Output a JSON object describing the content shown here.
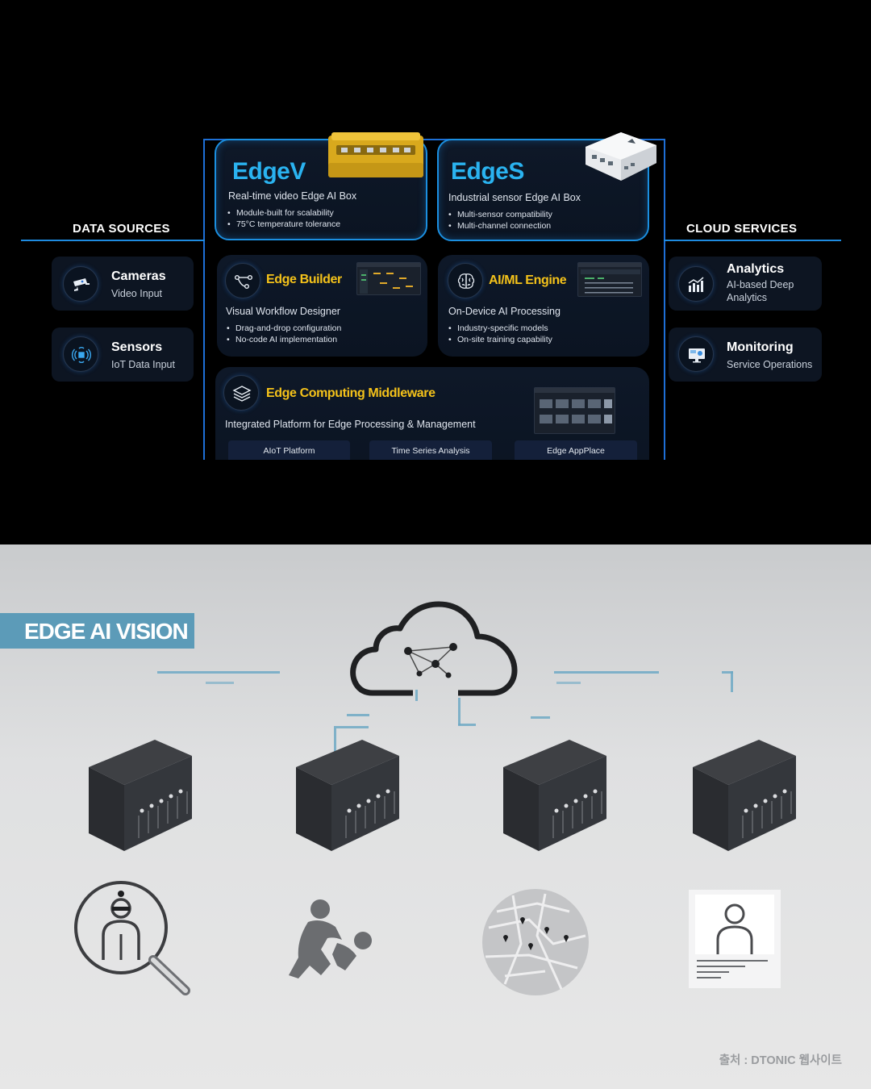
{
  "top": {
    "data_sources_label": "DATA SOURCES",
    "cloud_services_label": "CLOUD SERVICES",
    "sources": [
      {
        "title": "Cameras",
        "sub": "Video Input",
        "icon": "cctv-camera-icon"
      },
      {
        "title": "Sensors",
        "sub": "IoT Data Input",
        "icon": "iot-sensor-icon"
      }
    ],
    "cloud": [
      {
        "title": "Analytics",
        "sub_line1": "AI-based Deep",
        "sub_line2": "Analytics",
        "icon": "bar-chart-icon"
      },
      {
        "title": "Monitoring",
        "sub": "Service Operations",
        "icon": "monitor-icon"
      }
    ],
    "edgev": {
      "title": "EdgeV",
      "sub": "Real-time video Edge AI Box",
      "bullets": [
        "Module-built for scalability",
        "75°C temperature tolerance"
      ]
    },
    "edges": {
      "title": "EdgeS",
      "sub": "Industrial sensor Edge AI Box",
      "bullets": [
        "Multi-sensor compatibility",
        "Multi-channel connection"
      ]
    },
    "builder": {
      "title": "Edge Builder",
      "sub": "Visual Workflow Designer",
      "bullets": [
        "Drag-and-drop configuration",
        "No-code AI implementation"
      ],
      "icon": "workflow-icon"
    },
    "aiml": {
      "title": "AI/ML Engine",
      "sub": "On-Device AI Processing",
      "bullets": [
        "Industry-specific models",
        "On-site training capability"
      ],
      "icon": "brain-icon"
    },
    "middleware": {
      "title": "Edge Computing Middleware",
      "sub": "Integrated Platform for Edge Processing & Management",
      "icon": "layers-icon",
      "pills": [
        "AIoT Platform",
        "Time Series Analysis",
        "Edge AppPlace"
      ]
    },
    "colors": {
      "accent_blue": "#2ab3f0",
      "accent_yellow": "#f4c21a",
      "frame_blue": "#1e6fd6"
    }
  },
  "bottom": {
    "banner": "EDGE AI VISION",
    "credit": "출처 : DTONIC 웹사이트",
    "icons": [
      "cloud-network-icon",
      "edge-server-icon",
      "person-search-icon",
      "fight-detection-icon",
      "map-location-icon",
      "id-card-icon"
    ]
  }
}
